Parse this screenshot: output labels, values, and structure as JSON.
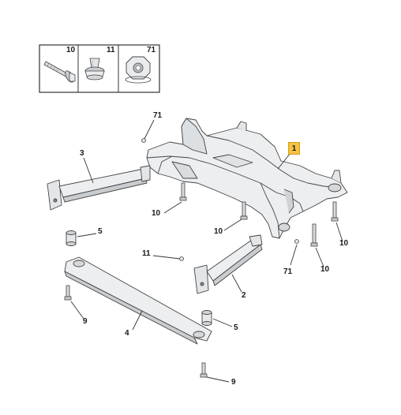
{
  "hardware_legend": {
    "items": [
      {
        "ref": "10",
        "icon": "bolt-flange-icon"
      },
      {
        "ref": "11",
        "icon": "rivet-nut-icon"
      },
      {
        "ref": "71",
        "icon": "hex-nut-icon"
      }
    ]
  },
  "callouts": {
    "c71_top": "71",
    "c3": "3",
    "c1": "1",
    "c10_a": "10",
    "c10_b": "10",
    "c10_c": "10",
    "c10_d": "10",
    "c5_a": "5",
    "c5_b": "5",
    "c11": "11",
    "c71_bottom": "71",
    "c2": "2",
    "c4": "4",
    "c9_a": "9",
    "c9_b": "9"
  },
  "colors": {
    "line": "#333333",
    "part_fill": "#e9ebed",
    "part_shade": "#c9cdd1",
    "highlight": "#f5c242"
  }
}
